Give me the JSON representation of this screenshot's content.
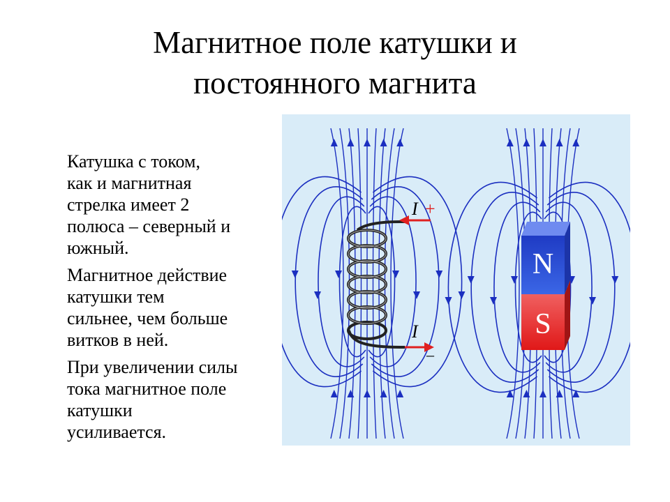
{
  "title": {
    "line1": "Магнитное поле катушки и",
    "line2": "постоянного магнита"
  },
  "paragraphs": [
    {
      "lines": [
        "Катушка с током,",
        "как и магнитная",
        "стрелка имеет 2",
        "полюса – северный и",
        "южный."
      ]
    },
    {
      "lines": [
        "Магнитное действие",
        "катушки тем",
        "сильнее, чем больше",
        "витков в ней."
      ]
    },
    {
      "lines": [
        "При увеличении силы",
        "тока магнитное поле",
        "катушки",
        "усиливается."
      ]
    }
  ],
  "figure": {
    "current_label_top": "I",
    "sign_plus": "+",
    "current_label_bottom": "I",
    "sign_minus": "–",
    "magnet_north": "N",
    "magnet_south": "S",
    "colors": {
      "background": "#d9ecf8",
      "field_lines": "#1b2fc0",
      "current_arrow": "#e02020",
      "north": "#2a4fd6",
      "south": "#e8262a",
      "coil": "#222222"
    }
  }
}
